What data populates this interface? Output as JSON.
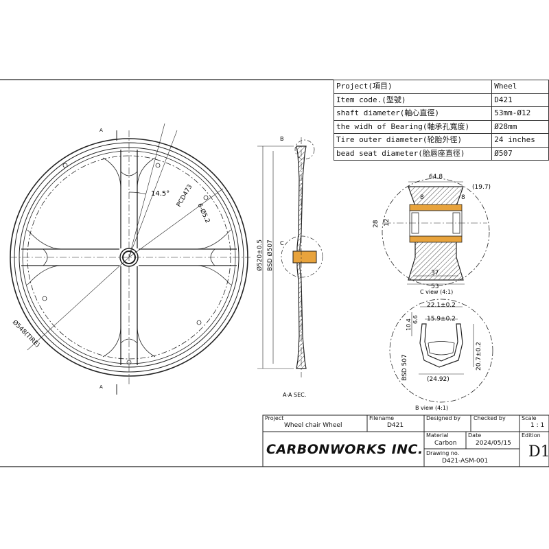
{
  "spec_table": [
    {
      "label": "Project(項目)",
      "value": "Wheel"
    },
    {
      "label": "Item code.(型號)",
      "value": "D421"
    },
    {
      "label": "shaft diameter(軸心直徑)",
      "value": "53mm-Ø12"
    },
    {
      "label": "the widh of Bearing(軸承孔寬度)",
      "value": "Ø28mm"
    },
    {
      "label": "Tire outer diameter(轮胎外徑)",
      "value": "24 inches"
    },
    {
      "label": "bead seat diameter(胎唇座直徑)",
      "value": "Ø507"
    }
  ],
  "front_view": {
    "section_mark_top": "A",
    "section_mark_bottom": "A",
    "angle": "14.5°",
    "pcd": "PCD473",
    "holes": "6-Ø5.2",
    "outer_dia": "Ø548(TIRE)"
  },
  "section_view": {
    "label": "A-A SEC.",
    "mark_b": "B",
    "mark_c": "C",
    "dim_outer": "Ø520±0.5",
    "dim_bsd": "BSD Ø507"
  },
  "c_view": {
    "label": "C view (4:1)",
    "width_top": "64.8",
    "offset": "(19.7)",
    "bearing_w": "8",
    "dia_28": "28",
    "dia_12": "12",
    "width_37": "37",
    "width_53": "53"
  },
  "b_view": {
    "label": "B view (4:1)",
    "outer_width": "22.1±0.2",
    "inner_width": "15.9±0.2",
    "height_10": "10.4",
    "height_6": "6.6",
    "height_total": "20.7±0.2",
    "bottom_width": "(24.92)",
    "bsd": "BSD 507"
  },
  "title_block": {
    "project_label": "Project",
    "project_value": "Wheel chair Wheel",
    "filename_label": "Filename",
    "filename_value": "D421",
    "designed_label": "Designed by",
    "checked_label": "Checked by",
    "scale_label": "Scale",
    "scale_value": "1 : 1",
    "material_label": "Material",
    "material_value": "Carbon",
    "date_label": "Date",
    "date_value": "2024/05/15",
    "edition_label": "Edition",
    "edition_value": "D1",
    "drawing_label": "Drawing no.",
    "drawing_value": "D421-ASM-001",
    "brand": "CARBONWORKS INC."
  },
  "colors": {
    "line": "#222222",
    "bearing": "#e8a33c",
    "hatch": "#555555"
  }
}
